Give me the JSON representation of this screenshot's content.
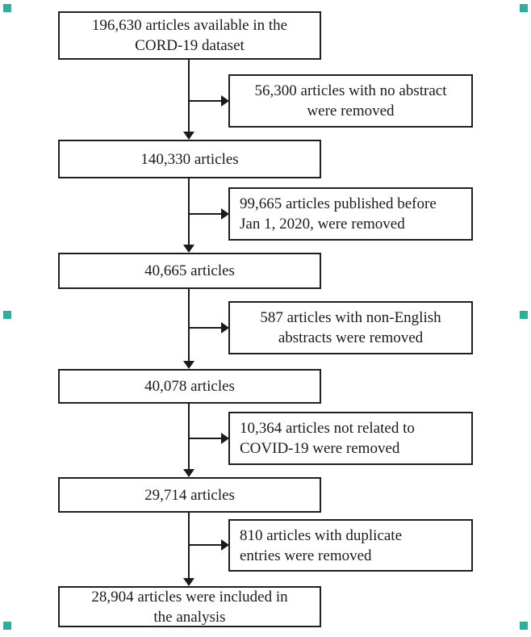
{
  "flow": {
    "line_color": "#1a1a1a",
    "main_boxes": [
      {
        "id": "total",
        "lines": [
          "196,630 articles available in the",
          "CORD-19 dataset"
        ],
        "align": "center"
      },
      {
        "id": "140330",
        "lines": [
          "140,330 articles"
        ],
        "align": "center"
      },
      {
        "id": "40665",
        "lines": [
          "40,665 articles"
        ],
        "align": "center"
      },
      {
        "id": "40078",
        "lines": [
          "40,078 articles"
        ],
        "align": "center"
      },
      {
        "id": "29714",
        "lines": [
          "29,714 articles"
        ],
        "align": "center"
      },
      {
        "id": "included",
        "lines": [
          "28,904 articles were included in",
          "the analysis"
        ],
        "align": "center"
      }
    ],
    "exclusion_boxes": [
      {
        "id": "no-abstract",
        "lines": [
          "56,300 articles with no abstract",
          "were removed"
        ],
        "align": "center"
      },
      {
        "id": "before-2020",
        "lines": [
          "99,665 articles published before",
          "Jan 1, 2020, were removed"
        ],
        "align": "left"
      },
      {
        "id": "non-english",
        "lines": [
          "587 articles with non-English",
          "abstracts were removed"
        ],
        "align": "center"
      },
      {
        "id": "not-covid",
        "lines": [
          "10,364 articles not related to",
          "COVID-19 were removed"
        ],
        "align": "left"
      },
      {
        "id": "duplicates",
        "lines": [
          "810 articles with duplicate",
          "entries were removed"
        ],
        "align": "left"
      }
    ]
  },
  "selection": {
    "handle_color": "#2fae9b"
  }
}
